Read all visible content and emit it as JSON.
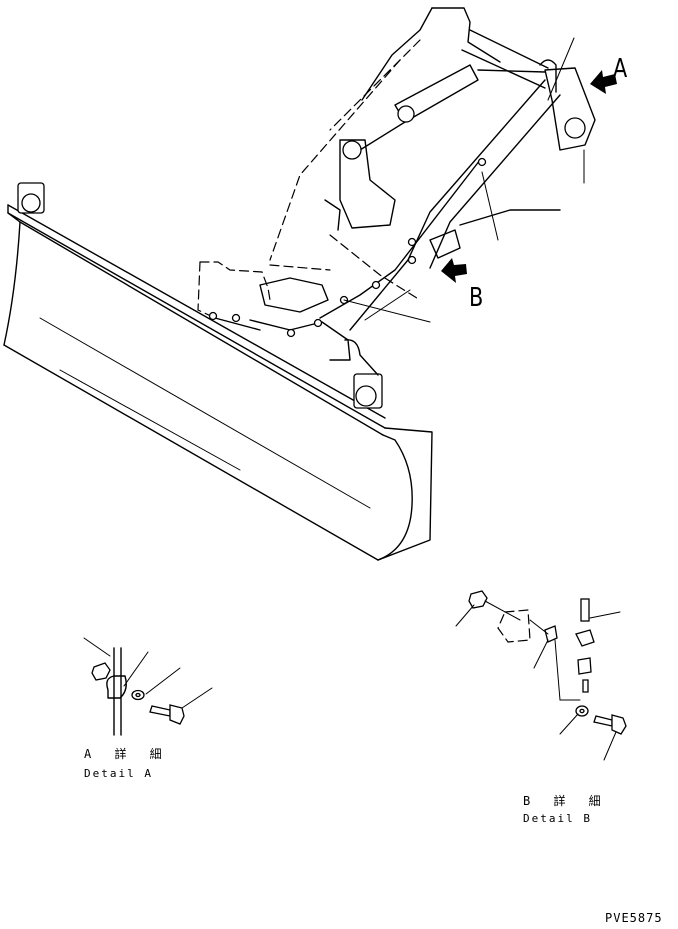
{
  "labels": {
    "view_a": "A",
    "view_b": "B",
    "detail_a_jp": "A 詳 細",
    "detail_a_en": "Detail A",
    "detail_b_jp": "B 詳 細",
    "detail_b_en": "Detail B",
    "drawing_number": "PVE5875"
  }
}
